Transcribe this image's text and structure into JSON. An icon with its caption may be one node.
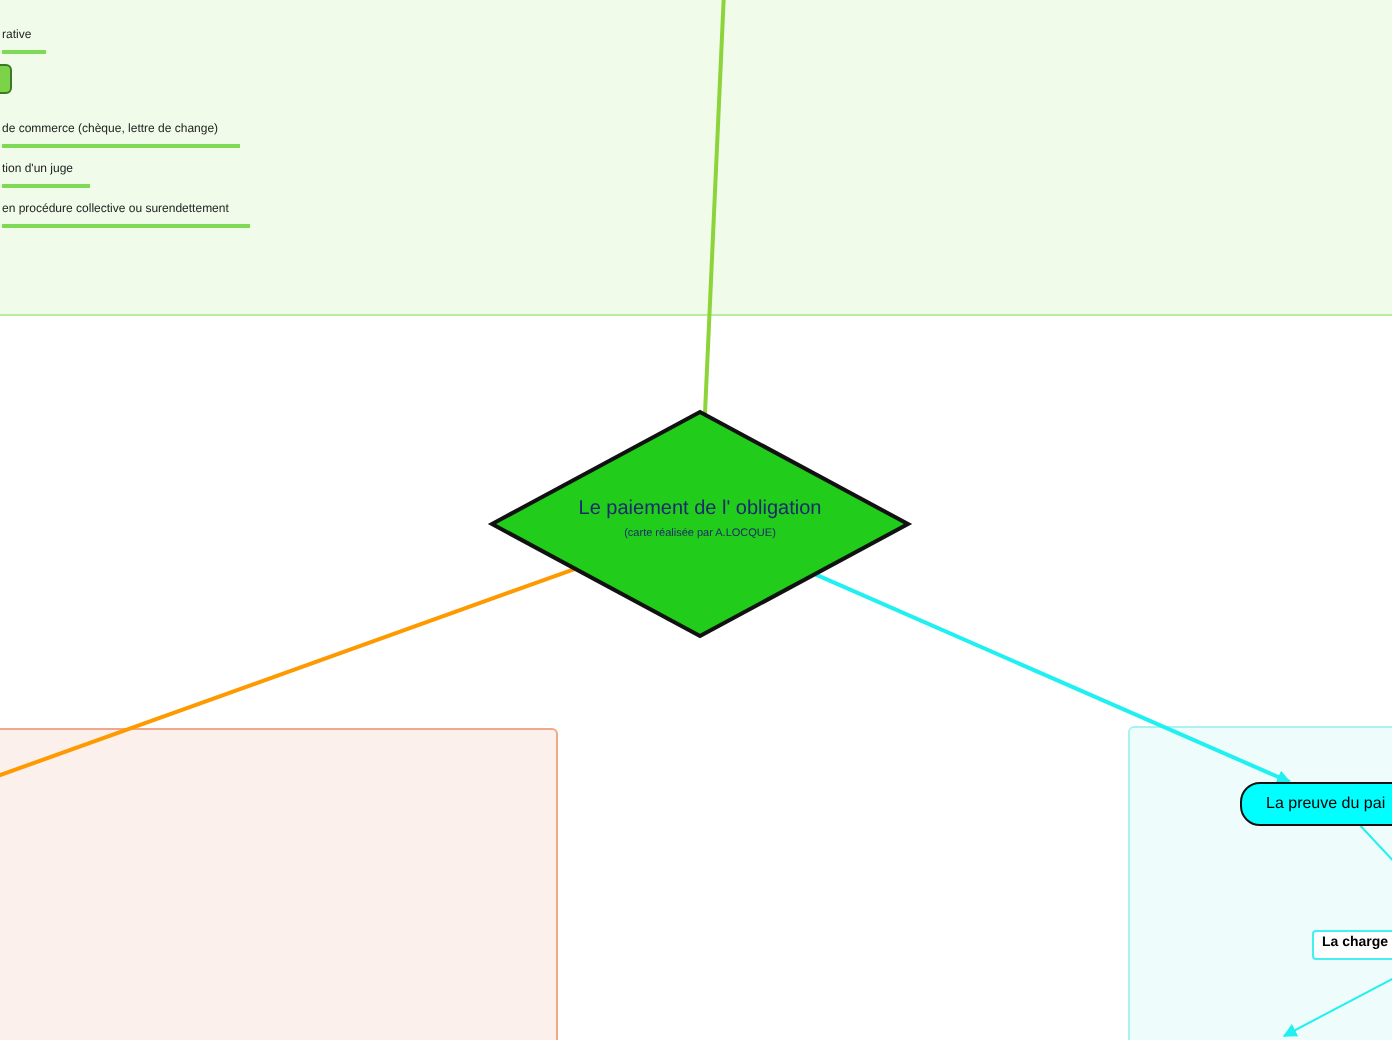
{
  "diagram": {
    "nodes": [
      {
        "text": [],
        "shape": "box"
      },
      {
        "text": [
          "rative"
        ],
        "in": 0
      },
      {
        "text": [],
        "shape": "box",
        "in": 0
      },
      {
        "text": [
          "de commerce (chèque, lettre de change)"
        ],
        "in": 0
      },
      {
        "text": [
          "tion d'un juge"
        ],
        "in": 0
      },
      {
        "text": [
          "en procédure collective ou surendettement"
        ],
        "in": 0
      },
      {
        "text": [
          "Le paiement de l' obligation",
          "(carte réalisée par A.LOCQUE)"
        ]
      },
      {
        "text": [],
        "shape": "box"
      },
      {
        "text": [],
        "shape": "box"
      },
      {
        "text": [
          "La preuve du pai"
        ],
        "in": 8
      },
      {
        "text": [
          "La charge"
        ],
        "in": 8
      }
    ],
    "edges": [
      {
        "from": 6,
        "to": 0,
        "arrow": "none",
        "color": "#8cd43a"
      },
      {
        "from": 6,
        "to": 7,
        "arrow": "none",
        "color": "#ff9900"
      },
      {
        "from": 6,
        "to": 9,
        "arrow": "to",
        "color": "#22f0f0"
      },
      {
        "from": 9,
        "to": null,
        "arrow": "none",
        "color": "#22f0f0"
      }
    ]
  }
}
